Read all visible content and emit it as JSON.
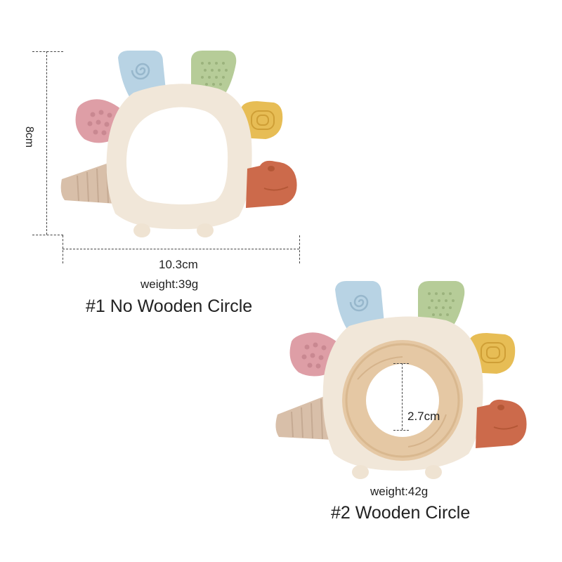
{
  "product1": {
    "height_label": "8cm",
    "width_label": "10.3cm",
    "weight_label": "weight:39g",
    "title": "#1 No Wooden Circle"
  },
  "product2": {
    "inner_label": "2.7cm",
    "weight_label": "weight:42g",
    "title": "#2 Wooden Circle"
  },
  "colors": {
    "body_cream": "#f1e7d9",
    "blue_petal": "#b8d3e4",
    "green_petal": "#b6cc98",
    "pink_petal": "#de9ea6",
    "yellow_petal": "#e7bd55",
    "orange_head": "#cc6a4b",
    "tail_beige": "#d8bfa9",
    "wood": "#e5c8a4"
  }
}
